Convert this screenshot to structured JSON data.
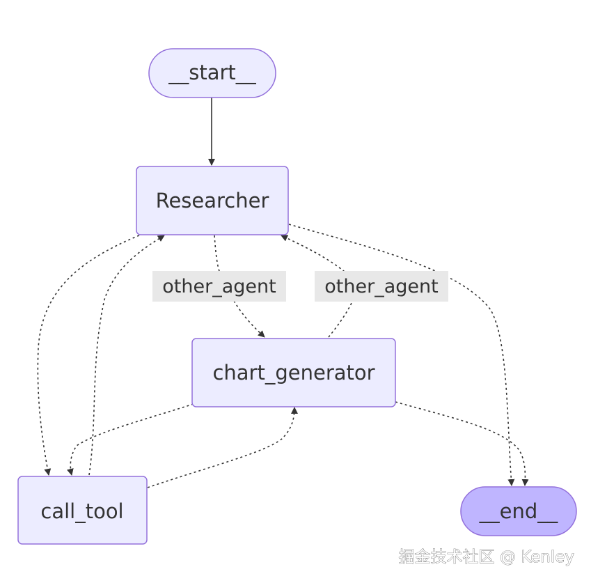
{
  "diagram": {
    "nodes": {
      "start": "__start__",
      "researcher": "Researcher",
      "chart_generator": "chart_generator",
      "call_tool": "call_tool",
      "end": "__end__"
    },
    "edge_labels": {
      "researcher_to_chart": "other_agent",
      "chart_to_researcher": "other_agent"
    },
    "colors": {
      "node_fill": "#ECECFF",
      "node_stroke": "#9370DB",
      "end_fill": "#BFB5FF",
      "edge": "#333333",
      "label_bg": "#E8E8E8"
    }
  },
  "watermark": "掘金技术社区 @ Kenley"
}
